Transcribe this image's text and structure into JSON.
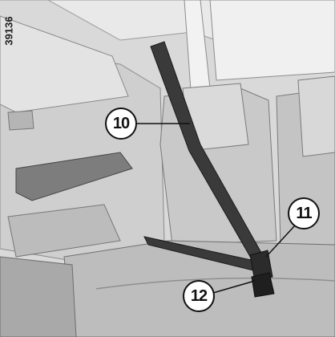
{
  "figure": {
    "reference_code": "39136",
    "callouts": [
      {
        "number": "10",
        "points_to": "seat-belt-strap"
      },
      {
        "number": "11",
        "points_to": "buckle"
      },
      {
        "number": "12",
        "points_to": "buckle-base"
      }
    ]
  },
  "colors": {
    "background": "#ffffff",
    "interior_light": "#e6e6e6",
    "interior_mid": "#bdbdbd",
    "interior_dark": "#8a8a8a",
    "belt": "#3a3a3a",
    "outline": "#1a1a1a"
  }
}
